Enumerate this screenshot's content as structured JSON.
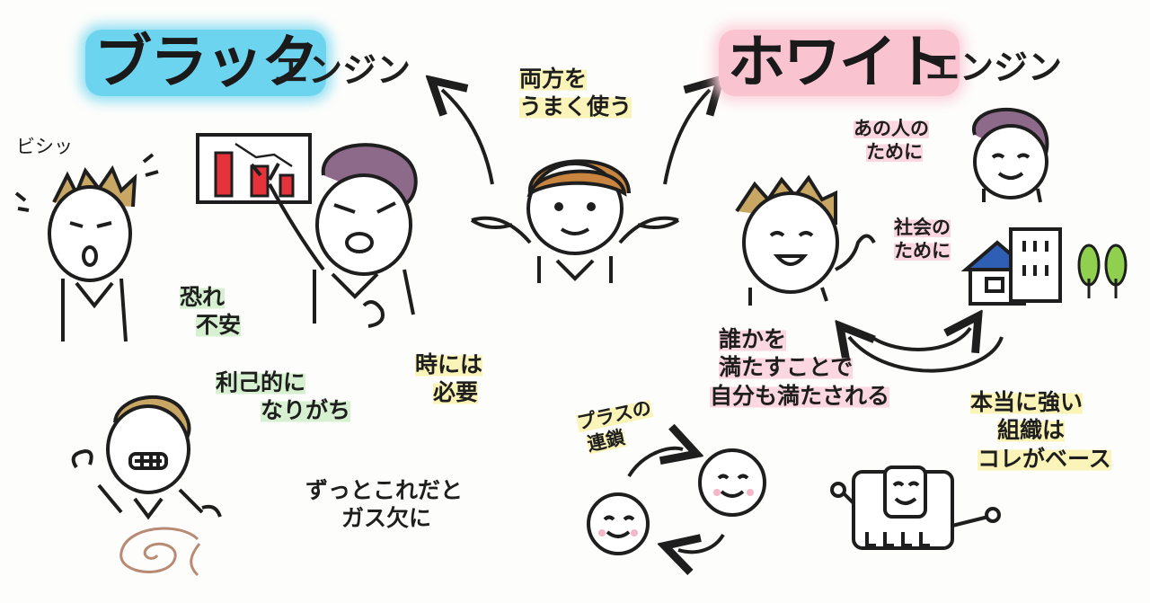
{
  "titles": {
    "black_main": "ブラック",
    "black_sub": "エンジン",
    "white_main": "ホワイト",
    "white_sub": "エンジン"
  },
  "center": {
    "line1": "両方を",
    "line2": "うまく使う"
  },
  "black_side": {
    "sfx": "ビシッ",
    "fear_line1": "恐れ",
    "fear_line2": "不安",
    "selfish_line1": "利己的に",
    "selfish_line2": "なりがち",
    "sometimes_line1": "時には",
    "sometimes_line2": "必要",
    "empty_line1": "ずっとこれだと",
    "empty_line2": "ガス欠に"
  },
  "white_side": {
    "person_line1": "あの人の",
    "person_line2": "ために",
    "society_line1": "社会の",
    "society_line2": "ために",
    "fulfill_line1": "誰かを",
    "fulfill_line2": "満たすことで",
    "fulfill_line3": "自分も満たされる",
    "plus_line1": "プラスの",
    "plus_line2": "連鎖",
    "strong_line1": "本当に強い",
    "strong_line2": "組織は",
    "strong_line3": "コレがベース"
  },
  "colors": {
    "black_accent": "#6cd4ee",
    "white_accent": "#f9c3cf",
    "ink": "#1e1e1e",
    "chart_red": "#e5333b",
    "house_blue": "#2f5fb5",
    "tree_green": "#8fd14f"
  }
}
